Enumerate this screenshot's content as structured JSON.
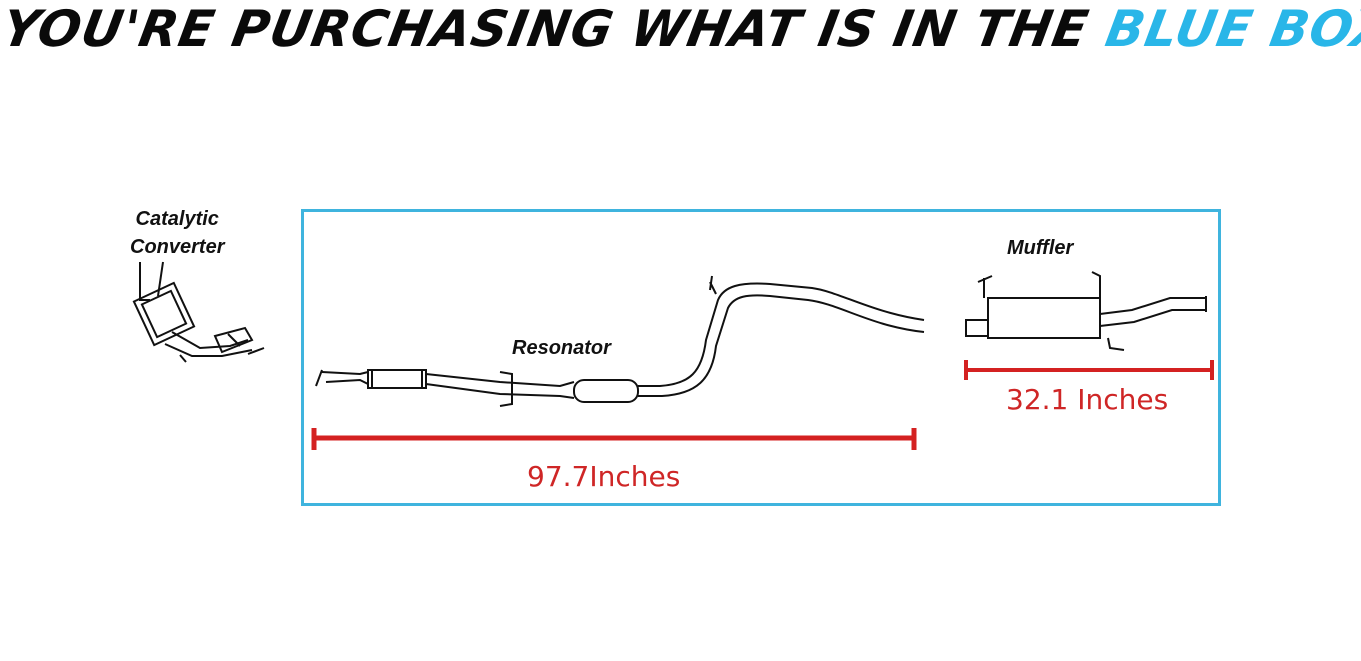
{
  "headline": {
    "prefix": "YOU'RE PURCHASING WHAT IS IN THE",
    "accent": "BLUE BOX",
    "accent_color": "#29b6e8"
  },
  "box_color": "#3fb4de",
  "measure_color": "#cf2626",
  "parts": {
    "catalytic_converter": [
      "Catalytic",
      "Converter"
    ],
    "resonator": "Resonator",
    "muffler": "Muffler"
  },
  "measurements": {
    "pipe_length": "97.7Inches",
    "muffler_length": "32.1 Inches"
  }
}
